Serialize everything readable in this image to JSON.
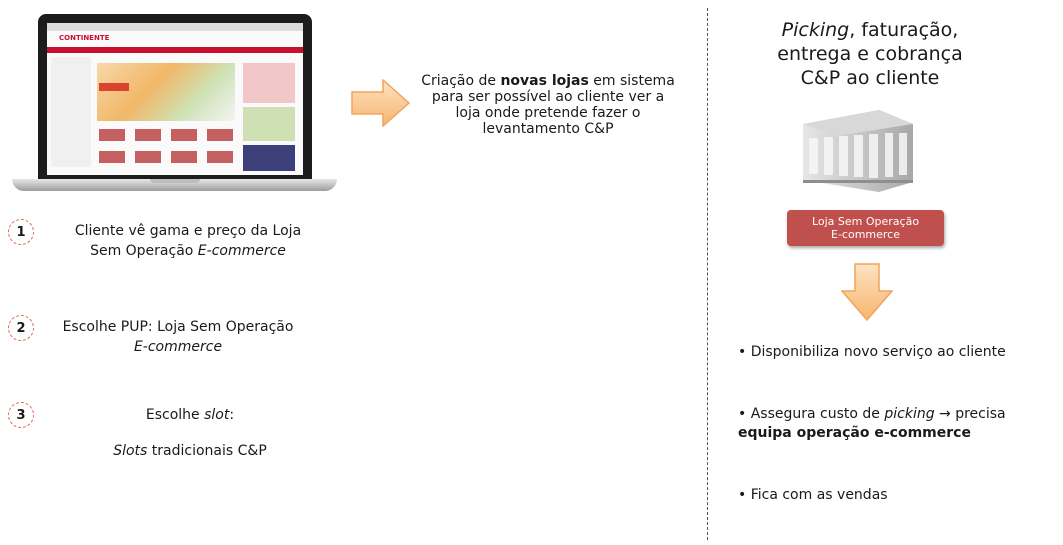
{
  "left": {
    "laptop": {
      "site_logo": "CONTINENTE"
    },
    "steps": [
      {
        "number": "1",
        "line1": "Cliente vê gama e preço da Loja",
        "line2_plain": "Sem Operação ",
        "line2_em": "E-commerce"
      },
      {
        "number": "2",
        "line1": "Escolhe PUP: Loja Sem Operação",
        "line2_em": "E-commerce"
      },
      {
        "number": "3",
        "line1_plain": "Escolhe ",
        "line1_em": "slot",
        "line1_tail": ":",
        "line2_em": "Slots",
        "line2_plain": " tradicionais C&P"
      }
    ]
  },
  "center": {
    "text_pre": "Criação de ",
    "text_bold": "novas lojas",
    "text_post": " em sistema para ser possível ao cliente ver a loja onde pretende fazer o levantamento C&P"
  },
  "right": {
    "title_em": "Picking",
    "title_rest1": ", faturação,",
    "title_line2": "entrega e cobrança",
    "title_line3": "C&P ao cliente",
    "store_line1": "Loja Sem Operação",
    "store_line2": "E-commerce",
    "bullets": {
      "b1": "• Disponibiliza  novo serviço ao cliente",
      "b2_pre": "• Assegura custo de ",
      "b2_em": "picking",
      "b2_post": " → precisa",
      "b2_bold": "equipa operação e-commerce",
      "b3": "• Fica com as vendas"
    }
  },
  "colors": {
    "arrow_fill": "#fbd09b",
    "arrow_stroke": "#f3a35c",
    "store_box": "#c0504d",
    "badge_border": "#e2665a"
  }
}
